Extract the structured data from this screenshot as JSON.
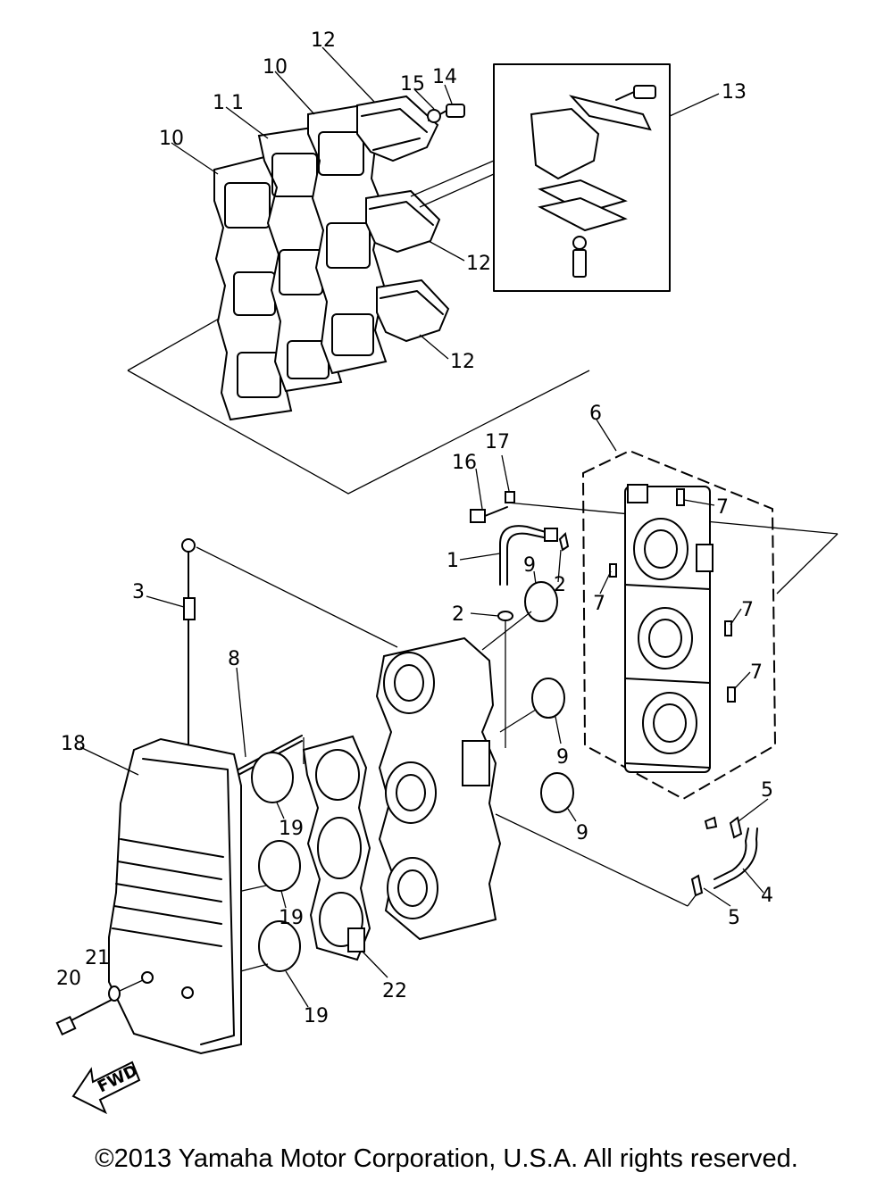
{
  "callouts": {
    "c1": "1",
    "c2a": "2",
    "c2b": "2",
    "c3": "3",
    "c4": "4",
    "c5a": "5",
    "c5b": "5",
    "c6": "6",
    "c7a": "7",
    "c7b": "7",
    "c7c": "7",
    "c7d": "7",
    "c8": "8",
    "c9a": "9",
    "c9b": "9",
    "c9c": "9",
    "c10a": "10",
    "c10b": "10",
    "c11": "1 1",
    "c12a": "12",
    "c12b": "12",
    "c12c": "12",
    "c13": "13",
    "c14": "14",
    "c15": "15",
    "c16": "16",
    "c17": "17",
    "c18": "18",
    "c19a": "19",
    "c19b": "19",
    "c19c": "19",
    "c20": "20",
    "c21": "21",
    "c22": "22"
  },
  "fwd_label": "FWD",
  "copyright": "©2013 Yamaha Motor Corporation, U.S.A. All rights reserved.",
  "colors": {
    "line": "#000000",
    "background": "#ffffff"
  }
}
